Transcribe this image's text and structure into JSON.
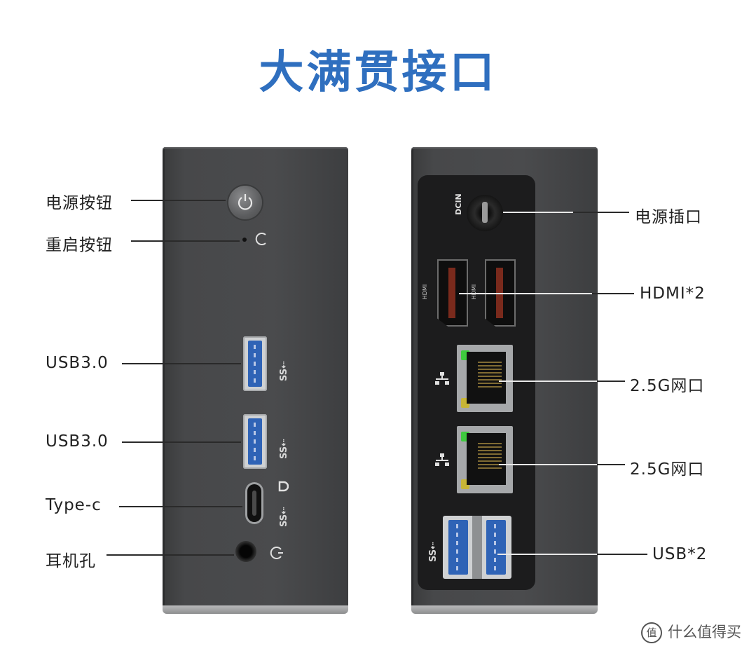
{
  "title": "大满贯接口",
  "front": {
    "power_label": "电源按钮",
    "reset_label": "重启按钮",
    "usb1_label": "USB3.0",
    "usb2_label": "USB3.0",
    "typec_label": "Type-c",
    "audio_label": "耳机孔",
    "ss_logo": "SS⇠"
  },
  "rear": {
    "power_in_label": "电源插口",
    "hdmi_label": "HDMI*2",
    "lan1_label": "2.5G网口",
    "lan2_label": "2.5G网口",
    "usb_label": "USB*2",
    "dcin_text": "DCIN",
    "hdmi_port_text": "HDMI"
  },
  "watermark": {
    "icon": "值",
    "text": "什么值得买"
  }
}
